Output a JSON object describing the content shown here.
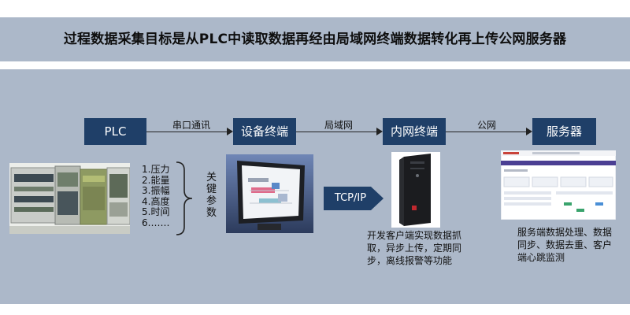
{
  "title": "过程数据采集目标是从PLC中读取数据再经由局域网终端数据转化再上传公网服务器",
  "nodes": {
    "plc": "PLC",
    "device": "设备终端",
    "intranet": "内网终端",
    "server": "服务器"
  },
  "connections": {
    "serial": "串口通讯",
    "lan": "局域网",
    "public": "公网"
  },
  "params": [
    "1.压力",
    "2.能量",
    "3.振幅",
    "4.高度",
    "5.时间",
    "6.……"
  ],
  "key_params": "关键参数",
  "tcp_label": "TCP/IP",
  "client_desc": [
    "开发客户端实现数据抓",
    "取，异步上传，定期同",
    "步，离线报警等功能"
  ],
  "server_desc": [
    "服务端数据处理、数据",
    "同步、数据去重、客户",
    "端心跳监测"
  ],
  "colors": {
    "band": "#acb8c9",
    "node": "#1f3f68"
  }
}
